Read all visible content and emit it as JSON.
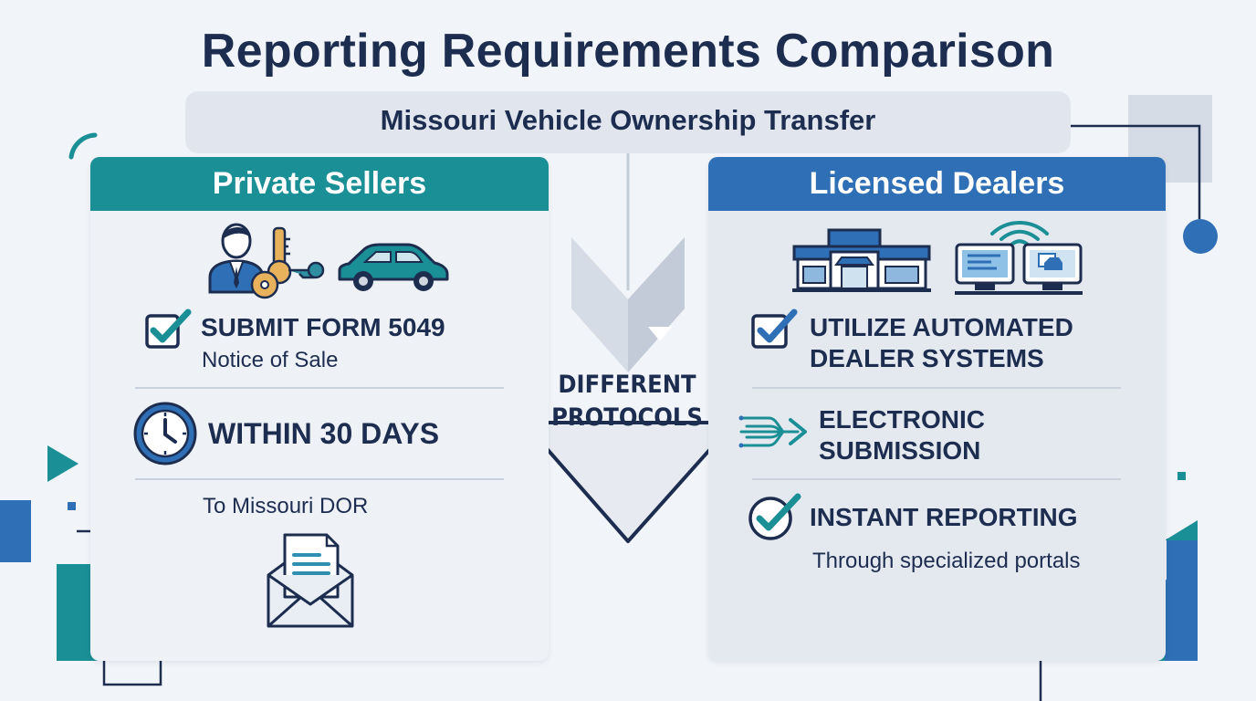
{
  "title": "Reporting Requirements Comparison",
  "subtitle": "Missouri Vehicle Ownership Transfer",
  "center_label": [
    "DIFFERENT",
    "PROTOCOLS"
  ],
  "left_panel": {
    "header": "Private Sellers",
    "icons": [
      "person-icon",
      "key-icon",
      "car-icon"
    ],
    "items": [
      {
        "icon": "checkbox-icon",
        "title": "SUBMIT FORM 5049",
        "subtitle": "Notice of Sale"
      },
      {
        "icon": "clock-icon",
        "title": "WITHIN 30 DAYS"
      },
      {
        "icon": "envelope-document-icon",
        "subtitle": "To Missouri DOR"
      }
    ]
  },
  "right_panel": {
    "header": "Licensed Dealers",
    "icons": [
      "dealership-building-icon",
      "wifi-icon",
      "computer-monitors-icon"
    ],
    "items": [
      {
        "icon": "checkbox-icon",
        "title_line1": "UTILIZE AUTOMATED",
        "title_line2": "DEALER SYSTEMS"
      },
      {
        "icon": "data-transfer-icon",
        "title_line1": "ELECTRONIC",
        "title_line2": "SUBMISSION"
      },
      {
        "icon": "check-circle-icon",
        "title": "INSTANT REPORTING",
        "subtitle": "Through specialized portals"
      }
    ]
  },
  "colors": {
    "teal": "#1a8f96",
    "blue": "#2e6fb5",
    "navy": "#1d2d50",
    "background": "#f1f4f8"
  }
}
